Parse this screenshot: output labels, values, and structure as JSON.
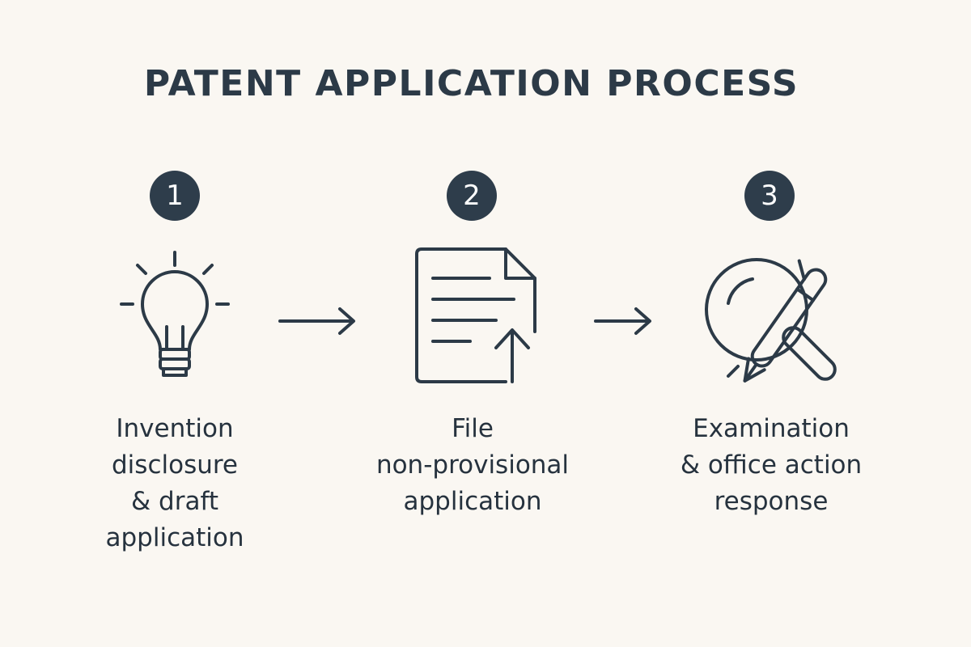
{
  "title": "PATENT APPLICATION PROCESS",
  "colors": {
    "background": "#faf7f2",
    "ink": "#2c3a47",
    "badge": "#2e3d4b"
  },
  "steps": [
    {
      "number": "1",
      "icon": "lightbulb-icon",
      "label_lines": [
        "Invention",
        "disclosure",
        "& draft",
        "application"
      ]
    },
    {
      "number": "2",
      "icon": "document-upload-icon",
      "label_lines": [
        "File",
        "non-provisional",
        "application"
      ]
    },
    {
      "number": "3",
      "icon": "magnifier-pen-icon",
      "label_lines": [
        "Examination",
        "& office action",
        "response"
      ]
    }
  ]
}
